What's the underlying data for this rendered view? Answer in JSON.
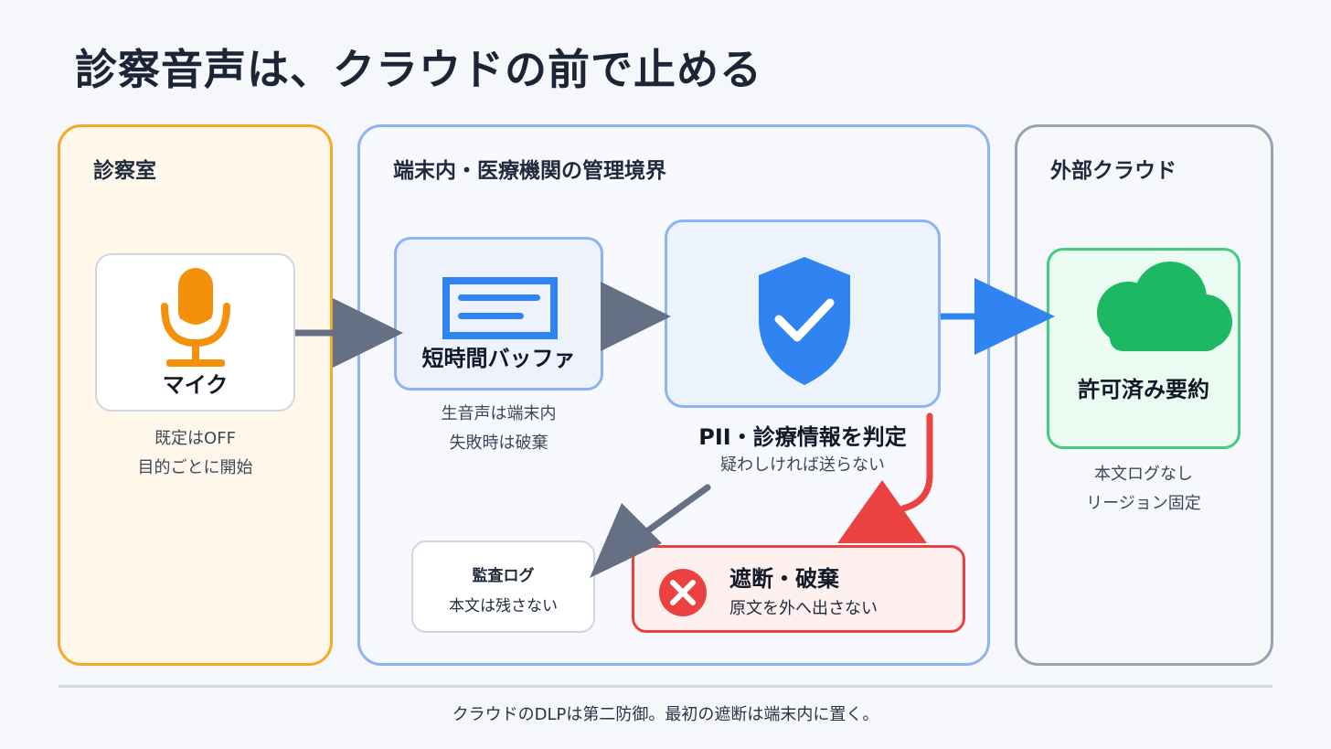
{
  "title": "診察音声は、クラウドの前で止める",
  "zones": {
    "room": {
      "label": "診察室"
    },
    "device": {
      "label": "端末内・医療機関の管理境界"
    },
    "cloud": {
      "label": "外部クラウド"
    }
  },
  "mic": {
    "label": "マイク",
    "note1": "既定はOFF",
    "note2": "目的ごとに開始",
    "icon": "microphone-icon",
    "color": "#f5900a"
  },
  "buffer": {
    "label": "短時間バッファ",
    "note1": "生音声は端末内",
    "note2": "失敗時は破棄",
    "icon": "buffer-icon",
    "color": "#2f84f2"
  },
  "judge": {
    "label": "PII・診療情報を判定",
    "note": "疑わしければ送らない",
    "icon": "shield-check-icon",
    "color": "#2f84f2"
  },
  "summary": {
    "label": "許可済み要約",
    "note1": "本文ログなし",
    "note2": "リージョン固定",
    "icon": "cloud-icon",
    "color": "#1db864"
  },
  "audit": {
    "title": "監査ログ",
    "sub": "本文は残さない"
  },
  "block": {
    "title": "遮断・破棄",
    "sub": "原文を外へ出さない",
    "icon": "close-circle-icon",
    "color": "#ec4141"
  },
  "footer": "クラウドのDLPは第二防御。最初の遮断は端末内に置く。"
}
